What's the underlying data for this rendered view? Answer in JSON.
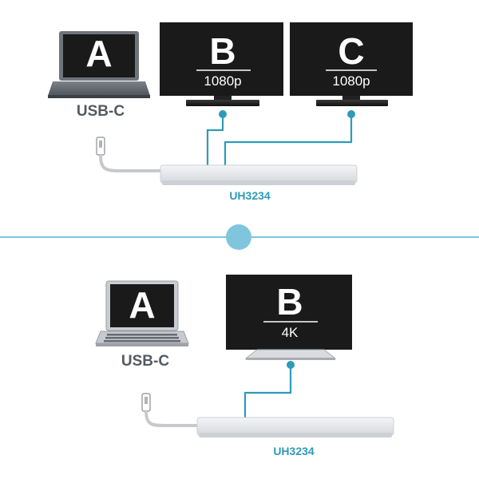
{
  "colors": {
    "accent": "#2e9bb8",
    "divider": "#7fc6dd",
    "screen": "#1a1a1a",
    "hub": "#e8e9ec"
  },
  "top": {
    "laptop": {
      "letter": "A",
      "label": "USB-C"
    },
    "monitor_b": {
      "letter": "B",
      "resolution": "1080p"
    },
    "monitor_c": {
      "letter": "C",
      "resolution": "1080p"
    },
    "hub_label": "UH3234"
  },
  "bottom": {
    "laptop": {
      "letter": "A",
      "label": "USB-C"
    },
    "monitor_b": {
      "letter": "B",
      "resolution": "4K"
    },
    "hub_label": "UH3234"
  }
}
